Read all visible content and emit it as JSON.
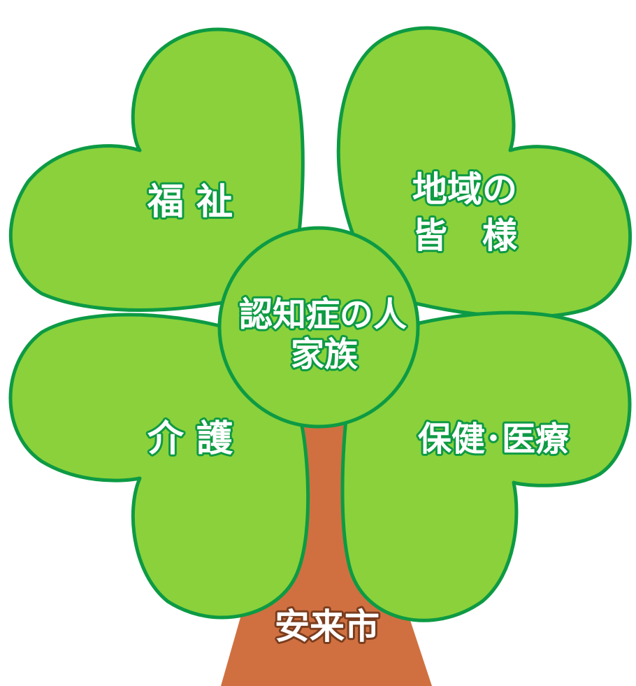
{
  "diagram": {
    "colors": {
      "leaf_fill": "#8ad13b",
      "leaf_stroke": "#0d9a44",
      "trunk": "#d07040",
      "text_fill": "#ffffff",
      "text_outline": "#0d9a44"
    },
    "leaves": {
      "top_left": {
        "label": "福 祉"
      },
      "top_right": {
        "line1": "地域の",
        "line2": "皆　様"
      },
      "bottom_left": {
        "label": "介 護"
      },
      "bottom_right": {
        "label": "保健･医療"
      }
    },
    "center": {
      "line1": "認知症の人",
      "line2": "家族"
    },
    "trunk": {
      "label": "安来市"
    }
  }
}
